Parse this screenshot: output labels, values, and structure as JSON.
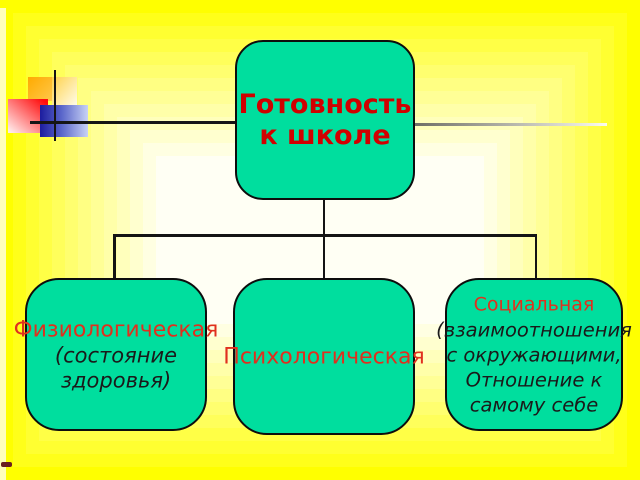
{
  "slide": {
    "title_box": {
      "lines": [
        "Готовность",
        "к школе"
      ]
    },
    "branch_boxes": [
      {
        "label": "Физиологическая",
        "sub_lines": [
          "(состояние",
          "здоровья)"
        ]
      },
      {
        "label": "Психологическая",
        "sub_lines": []
      },
      {
        "label": "Социальная",
        "sub_lines": [
          "(взаимоотношения",
          "с окружающими,",
          "Отношение к",
          "самому себе"
        ]
      }
    ],
    "colors": {
      "background_outer": "#FFFF00",
      "background_center": "#FFFFF4",
      "node_fill": "#00DE9E",
      "node_border": "#0D0D0D",
      "title_text": "#D10000",
      "label_text": "#E0301E",
      "sub_text": "#1A1A1A",
      "connector": "#141414"
    }
  }
}
